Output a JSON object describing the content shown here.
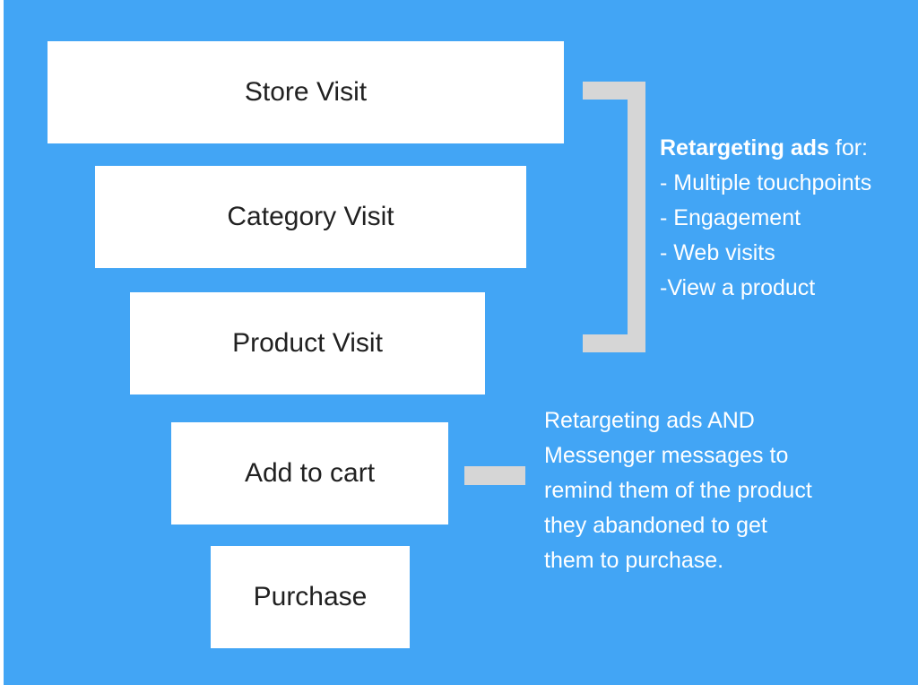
{
  "funnel": {
    "stages": [
      "Store Visit",
      "Category Visit",
      "Product Visit",
      "Add to cart",
      "Purchase"
    ]
  },
  "upper_note": {
    "heading_bold": "Retargeting ads",
    "heading_rest": " for:",
    "items": [
      "- Multiple touchpoints",
      "- Engagement",
      "- Web visits",
      "-View a product"
    ]
  },
  "lower_note": {
    "lines": [
      "Retargeting ads AND",
      "Messenger messages to",
      "remind them of the product",
      "they abandoned to get",
      "them to purchase."
    ]
  },
  "colors": {
    "background": "#42a5f5",
    "box": "#ffffff",
    "connector": "#d6d6d6",
    "text_dark": "#212121",
    "text_light": "#ffffff"
  }
}
